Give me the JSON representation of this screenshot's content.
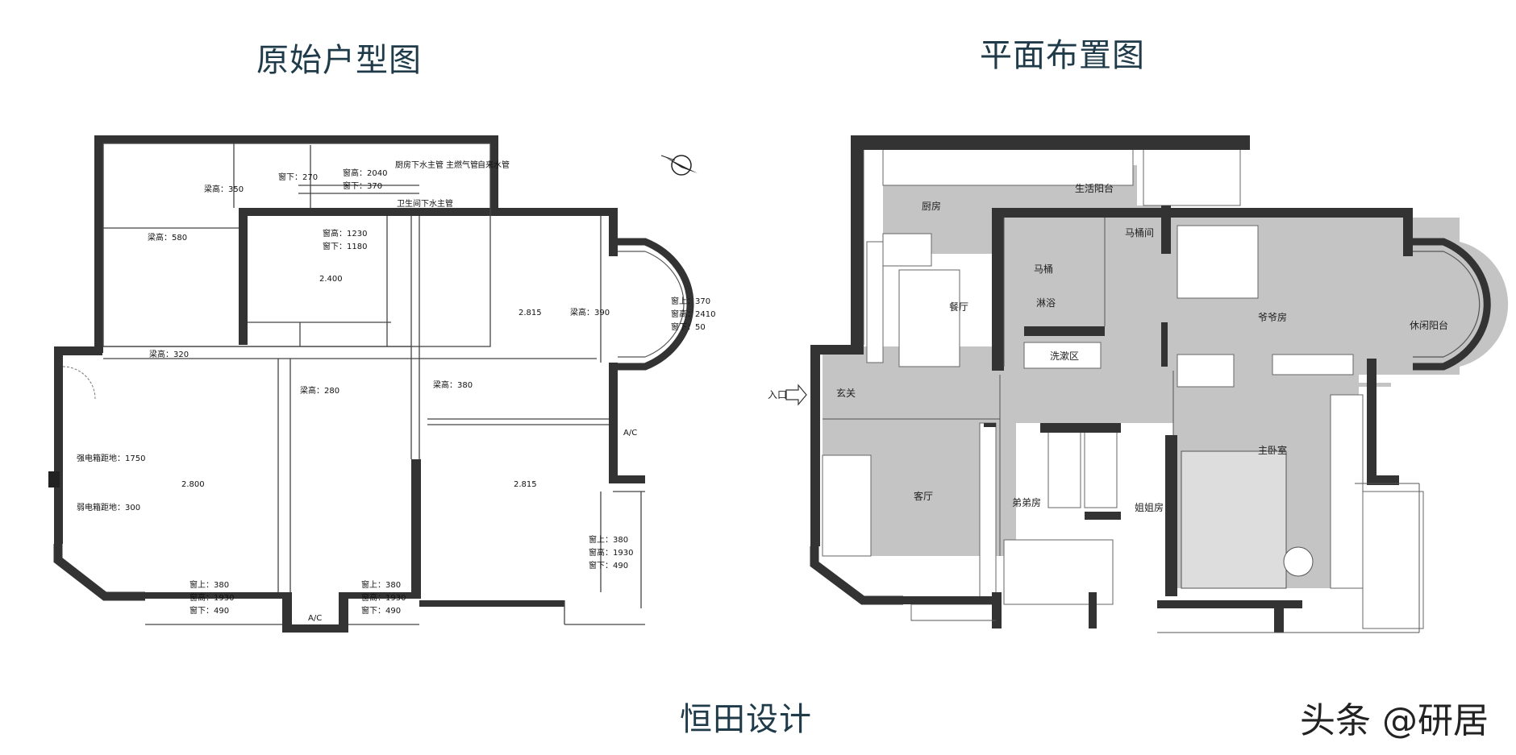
{
  "titles": {
    "original_plan": "原始户型图",
    "layout_plan": "平面布置图",
    "studio": "恒田设计",
    "watermark": "头条 @研居"
  },
  "original_plan": {
    "annotations": {
      "kitchen_drain": "厨房下水主管",
      "gas_pipe": "主燃气管",
      "water_main": "自来水管",
      "bath_drain": "卫生间下水主管",
      "beam_350": "梁高：350",
      "win_below_270": "窗下：270",
      "win_h_2040": "窗高：2040",
      "win_below_370": "窗下：370",
      "beam_580": "梁高：580",
      "win_h_1230": "窗高：1230",
      "win_below_1180": "窗下：1180",
      "level_2400": "2.400",
      "level_2815_a": "2.815",
      "beam_390": "梁高：390",
      "balcony_win_above": "窗上：370",
      "balcony_win_h": "窗高：2410",
      "balcony_win_below": "窗下：50",
      "beam_320": "梁高：320",
      "beam_280": "梁高：280",
      "beam_380": "梁高：380",
      "ac_right": "A/C",
      "strong_box": "强电箱距地：1750",
      "weak_box": "弱电箱距地：300",
      "level_2800": "2.800",
      "level_2815_b": "2.815",
      "right_win_above": "窗上：380",
      "right_win_h": "窗高：1930",
      "right_win_below": "窗下：490",
      "bl_win_above": "窗上：380",
      "bl_win_h": "窗高：1930",
      "bl_win_below": "窗下：490",
      "ac_bottom": "A/C",
      "bm_win_above": "窗上：380",
      "bm_win_h": "窗高：1930",
      "bm_win_below": "窗下：490"
    }
  },
  "layout_plan": {
    "rooms": {
      "kitchen": "厨房",
      "service_balcony": "生活阳台",
      "toilet_room": "马桶间",
      "toilet": "马桶",
      "shower": "淋浴",
      "dining": "餐厅",
      "wash_area": "洗漱区",
      "grandpa_room": "爷爷房",
      "leisure_balcony": "休闲阳台",
      "entrance_label": "入口",
      "foyer": "玄关",
      "living": "客厅",
      "brother_room": "弟弟房",
      "sister_room": "姐姐房",
      "master_bedroom": "主卧室"
    }
  },
  "colors": {
    "wall": "#3a3a3a",
    "floor_gray": "#c4c4c4",
    "line": "#444444",
    "title": "#1f3b4a"
  }
}
